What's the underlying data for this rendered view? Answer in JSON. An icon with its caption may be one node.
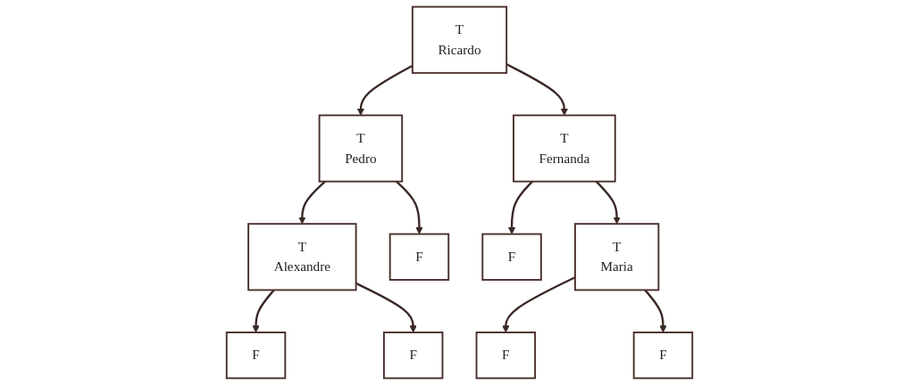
{
  "diagram": {
    "nodes": [
      {
        "text": [
          "T",
          "Ricardo"
        ]
      },
      {
        "text": [
          "T",
          "Pedro"
        ]
      },
      {
        "text": [
          "T",
          "Fernanda"
        ]
      },
      {
        "text": [
          "T",
          "Alexandre"
        ]
      },
      {
        "text": [
          "F"
        ]
      },
      {
        "text": [
          "F"
        ]
      },
      {
        "text": [
          "T",
          "Maria"
        ]
      },
      {
        "text": [
          "F"
        ]
      },
      {
        "text": [
          "F"
        ]
      },
      {
        "text": [
          "F"
        ]
      },
      {
        "text": [
          "F"
        ]
      }
    ],
    "edges": [
      {
        "from": 0,
        "to": 1,
        "arrow": "to"
      },
      {
        "from": 0,
        "to": 2,
        "arrow": "to"
      },
      {
        "from": 1,
        "to": 3,
        "arrow": "to"
      },
      {
        "from": 1,
        "to": 4,
        "arrow": "to"
      },
      {
        "from": 2,
        "to": 5,
        "arrow": "to"
      },
      {
        "from": 2,
        "to": 6,
        "arrow": "to"
      },
      {
        "from": 3,
        "to": 7,
        "arrow": "to"
      },
      {
        "from": 3,
        "to": 8,
        "arrow": "to"
      },
      {
        "from": 6,
        "to": 9,
        "arrow": "to"
      },
      {
        "from": 6,
        "to": 10,
        "arrow": "to"
      }
    ]
  }
}
